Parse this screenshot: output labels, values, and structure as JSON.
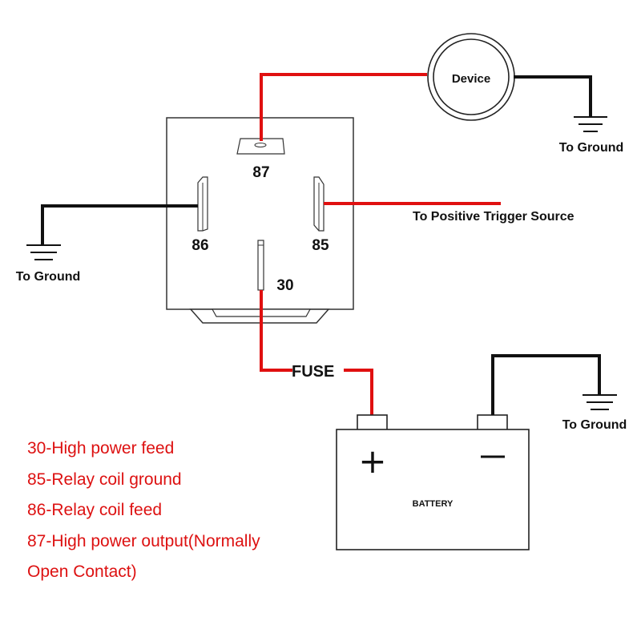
{
  "colors": {
    "wire_positive": "#e01010",
    "wire_ground": "#111111",
    "legend_text": "#dd1111"
  },
  "relay": {
    "pins": {
      "p87": "87",
      "p86": "86",
      "p85": "85",
      "p30": "30"
    }
  },
  "device": {
    "label": "Device"
  },
  "labels": {
    "ground_device": "To Ground",
    "ground_relay": "To Ground",
    "ground_battery": "To Ground",
    "trigger": "To Positive Trigger Source",
    "fuse": "FUSE"
  },
  "battery": {
    "label": "BATTERY",
    "plus": "+",
    "minus": "−"
  },
  "legend": [
    "30-High power feed",
    "85-Relay coil ground",
    "86-Relay coil feed",
    "87-High power output(Normally",
    "Open Contact)"
  ]
}
